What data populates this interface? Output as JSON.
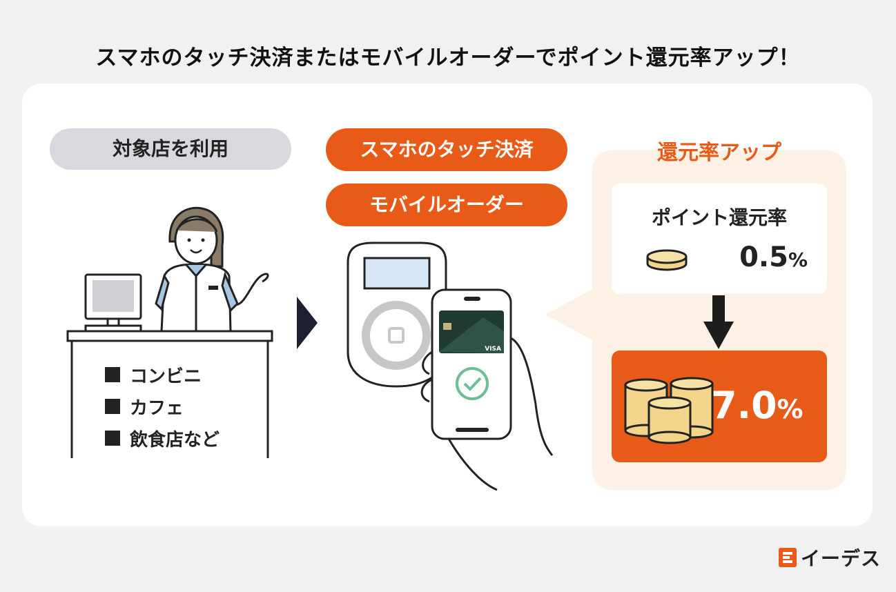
{
  "headline": "スマホのタッチ決済またはモバイルオーダーでポイント還元率アップ！",
  "step1": {
    "label": "対象店を利用",
    "stores": [
      "コンビニ",
      "カフェ",
      "飲食店など"
    ]
  },
  "step2": {
    "methods": [
      "スマホのタッチ決済",
      "モバイルオーダー"
    ],
    "card_brand": "VISA"
  },
  "step3": {
    "title": "還元率アップ",
    "rate_label": "ポイント還元率",
    "before_rate": "0.5",
    "after_rate": "7.0",
    "percent_sign": "%"
  },
  "logo": {
    "text": "イーデス"
  },
  "colors": {
    "accent": "#e85a17",
    "bubble": "#fdf1e6",
    "dark": "#1d1d1d"
  }
}
